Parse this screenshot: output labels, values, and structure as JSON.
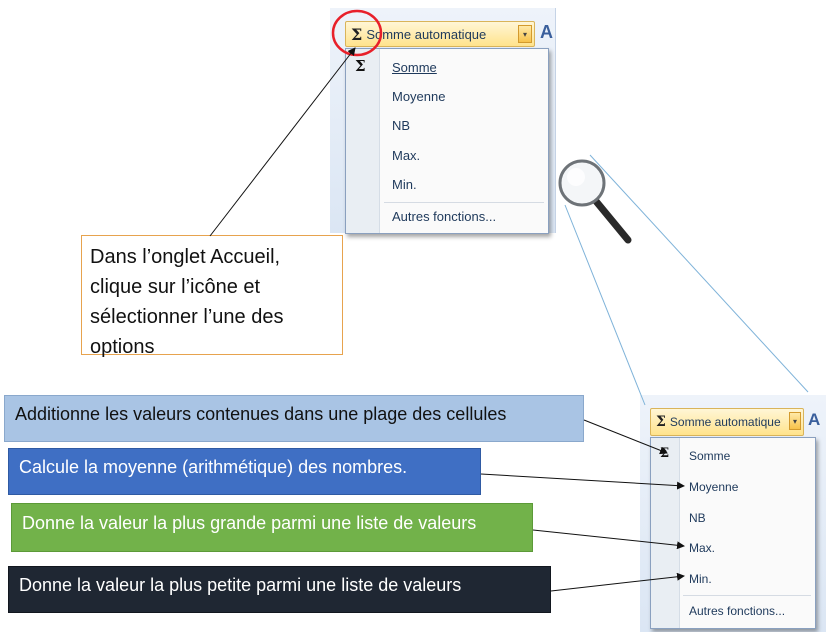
{
  "top_widget": {
    "sigma": "Σ",
    "button_label": "Somme automatique",
    "menu_items": [
      "Somme",
      "Moyenne",
      "NB",
      "Max.",
      "Min."
    ],
    "more_item": "Autres fonctions..."
  },
  "zoom_widget": {
    "sigma": "Σ",
    "button_label": "Somme automatique",
    "menu_items": [
      "Somme",
      "Moyenne",
      "NB",
      "Max.",
      "Min."
    ],
    "more_item": "Autres fonctions..."
  },
  "instruction": {
    "text": "Dans l’onglet Accueil, clique sur l’icône et sélectionner l’une des options"
  },
  "descriptions": {
    "somme": "Additionne les valeurs contenues dans une plage des cellules",
    "moyenne": "Calcule la moyenne (arithmétique) des nombres.",
    "max": "Donne la valeur la plus grande parmi une liste de valeurs",
    "min": "Donne la valeur la plus petite parmi une liste de valeurs"
  },
  "colors": {
    "highlight_circle": "#e8202a",
    "somme_box": "#a9c4e4",
    "moyenne_box": "#3f6fc4",
    "max_box": "#72b24a",
    "min_box": "#1f2733",
    "instruction_border": "#e7a34e"
  },
  "icons": [
    "sigma-icon",
    "dropdown-arrow-icon",
    "magnifier-icon"
  ]
}
